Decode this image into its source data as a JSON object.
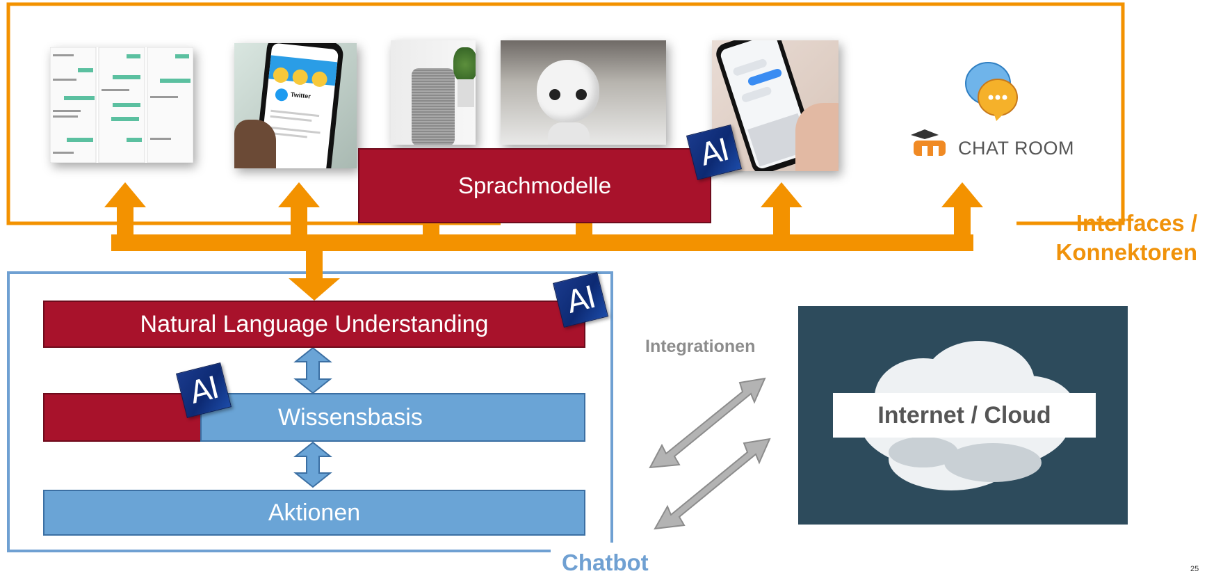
{
  "interfaces": {
    "label_line1": "Interfaces /",
    "label_line2": "Konnektoren"
  },
  "top_box": {
    "language_models_label": "Sprachmodelle"
  },
  "channels": [
    {
      "name": "chat-transcript-screenshot"
    },
    {
      "name": "twitter-phone-photo",
      "text": "Twitter"
    },
    {
      "name": "smart-speaker-photo"
    },
    {
      "name": "robot-photo"
    },
    {
      "name": "messenger-phone-photo"
    },
    {
      "name": "moodle-chat-room",
      "text": "CHAT ROOM"
    }
  ],
  "chatbot": {
    "label": "Chatbot",
    "nlu_label": "Natural Language Understanding",
    "knowledge_label": "Wissensbasis",
    "actions_label": "Aktionen"
  },
  "integrations": {
    "label": "Integrationen",
    "cloud_label": "Internet / Cloud"
  },
  "ai_badge_text": "AI",
  "colors": {
    "orange": "#f39200",
    "red": "#a8122b",
    "blue": "#6aa4d6",
    "blue_border": "#6fa0d2",
    "gray_arrow": "#b3b3b3"
  },
  "page_number": "25"
}
